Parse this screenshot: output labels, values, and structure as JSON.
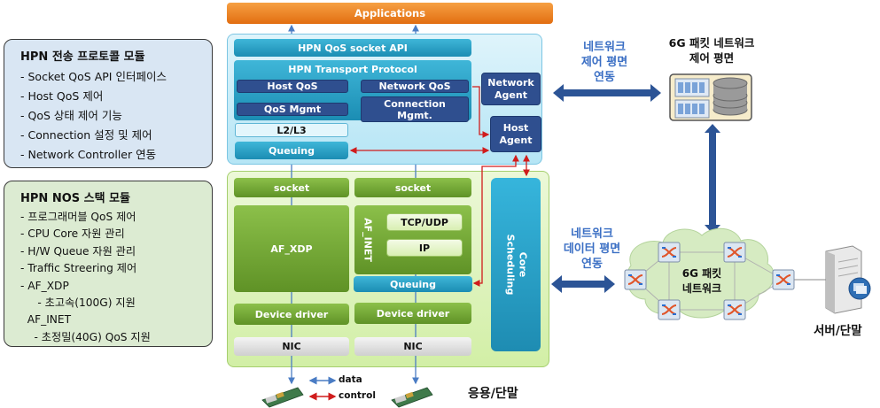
{
  "left_panel": {
    "transport_module": {
      "title": "HPN 전송 프로토콜 모듈",
      "items": [
        "- Socket QoS API 인터페이스",
        "- Host QoS 제어",
        "- QoS 상태 제어 기능",
        "- Connection 설정 및 제어",
        "- Network Controller 연동"
      ]
    },
    "nos_module": {
      "title": "HPN NOS 스택 모듈",
      "items": [
        "- 프로그래머블 QoS 제어",
        "- CPU Core 자원 관리",
        "- H/W Queue 자원 관리",
        "- Traffic Streering 제어",
        "- AF_XDP",
        "     - 초고속(100G) 지원",
        "  AF_INET",
        "    - 초정밀(40G) QoS 지원"
      ]
    }
  },
  "stack": {
    "applications": "Applications",
    "upper": {
      "socket_api": "HPN QoS socket API",
      "transport_protocol": "HPN Transport Protocol",
      "host_qos": "Host QoS",
      "network_qos": "Network QoS",
      "qos_mgmt": "QoS Mgmt",
      "connection_mgmt_1": "Connection",
      "connection_mgmt_2": "Mgmt.",
      "l2l3": "L2/L3",
      "queuing": "Queuing",
      "network_agent_1": "Network",
      "network_agent_2": "Agent",
      "host_agent_1": "Host",
      "host_agent_2": "Agent"
    },
    "lower": {
      "socket_left": "socket",
      "socket_right": "socket",
      "af_xdp": "AF_XDP",
      "af_inet": "AF_INET",
      "tcp_udp": "TCP/UDP",
      "ip": "IP",
      "queuing": "Queuing",
      "device_driver_left": "Device driver",
      "device_driver_right": "Device driver",
      "nic_left": "NIC",
      "nic_right": "NIC",
      "core_scheduling_1": "Core",
      "core_scheduling_2": "Scheduling"
    }
  },
  "legend": {
    "data": "data",
    "control": "control",
    "data_color": "#4a7cc4",
    "control_color": "#d01c1c"
  },
  "terminal_label": "응용/단말",
  "control_plane_link": [
    "네트워크",
    "제어 평면",
    "연동"
  ],
  "data_plane_link": [
    "네트워크",
    "데이터 평면",
    "연동"
  ],
  "controller_title": [
    "6G 패킷 네트워크",
    "제어 평면"
  ],
  "network_cloud_label": [
    "6G 패킷",
    "네트워크"
  ],
  "server_label": "서버/단말",
  "colors": {
    "link_arrow": "#2c5496",
    "applications": "#ef8a2a",
    "teal": "#2aa3c9",
    "navy": "#2f4f8f",
    "green": "#76a83a"
  }
}
